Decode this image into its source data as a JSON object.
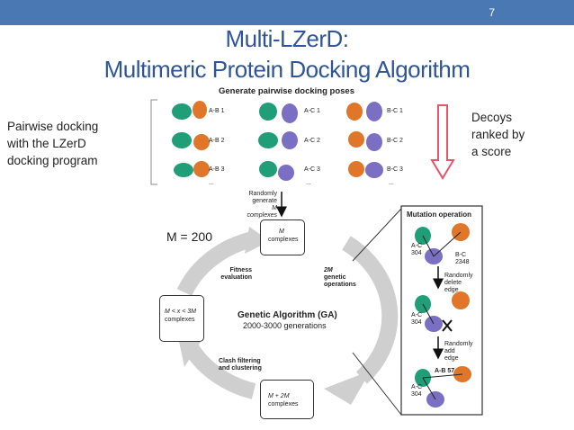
{
  "slide_number": "7",
  "title_line1": "Multi-LZerD:",
  "title_line2": "Multimeric Protein Docking Algorithm",
  "left_label": [
    "Pairwise docking",
    "with the LZerD",
    "docking program"
  ],
  "right_label": [
    "Decoys",
    "ranked by",
    "a score"
  ],
  "poses_title": "Generate pairwise docking poses",
  "poses": {
    "ab": [
      "A-B 1",
      "A-B 2",
      "A-B 3"
    ],
    "ac": [
      "A-C 1",
      "A-C 2",
      "A-C 3"
    ],
    "bc": [
      "B-C 1",
      "B-C 2",
      "B-C 3"
    ],
    "ellipsis": "..."
  },
  "random_generate": [
    "Randomly",
    "generate",
    "M complexes"
  ],
  "m_equals": "M = 200",
  "box_m": [
    "M",
    "complexes"
  ],
  "box_mx": [
    "M < x < 3M",
    "complexes"
  ],
  "box_m2m": [
    "M + 2M",
    "complexes"
  ],
  "fitness": [
    "Fitness",
    "evaluation"
  ],
  "genetic_ops": [
    "2M",
    "genetic",
    "operations"
  ],
  "clash": [
    "Clash filtering",
    "and clustering"
  ],
  "ga_title": "Genetic Algorithm (GA)",
  "ga_generations": "2000-3000 generations",
  "mutation": {
    "title": "Mutation operation",
    "ac304_a": [
      "A-C",
      "304"
    ],
    "bc2348": [
      "B-C",
      "2348"
    ],
    "delete_edge": [
      "Randomly",
      "delete",
      "edge"
    ],
    "ac304_b": [
      "A-C",
      "304"
    ],
    "add_edge": [
      "Randomly",
      "add",
      "edge"
    ],
    "ab57": "A-B 57",
    "ac304_c": [
      "A-C",
      "304"
    ]
  },
  "colors": {
    "title": "#2f5597",
    "topbar": "#4a78b3",
    "protein_a": "#1f9e78",
    "protein_b": "#e0762a",
    "protein_c": "#7b6fc4",
    "cycle_arrow": "#cfcfcf",
    "ranking_arrow": "#e8556a"
  }
}
